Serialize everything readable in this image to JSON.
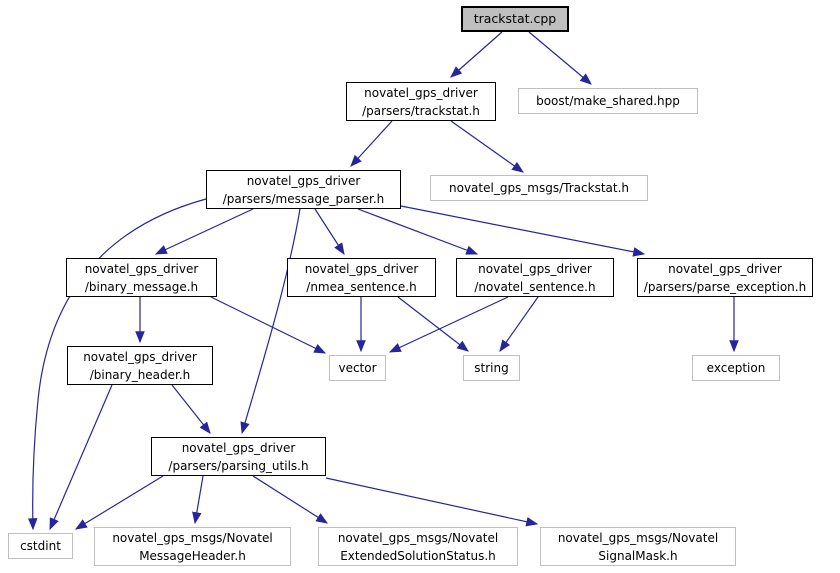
{
  "diagram": {
    "type": "include-dependency-graph",
    "root": "trackstat.cpp"
  },
  "theme": {
    "background": "#ffffff",
    "edge_color": "#26269a",
    "node_border_color": "#000000",
    "external_border_color": "#c0c0c0",
    "current_node_fill": "#bfbfbf",
    "node_fill": "#ffffff",
    "text_color": "#000000"
  },
  "nodes": {
    "trackstat_cpp": {
      "label": "trackstat.cpp",
      "type": "current"
    },
    "parsers_trackstat_h": {
      "label": "novatel_gps_driver\n/parsers/trackstat.h",
      "type": "internal"
    },
    "boost_make_shared": {
      "label": "boost/make_shared.hpp",
      "type": "external"
    },
    "message_parser": {
      "label": "novatel_gps_driver\n/parsers/message_parser.h",
      "type": "internal"
    },
    "msgs_trackstat": {
      "label": "novatel_gps_msgs/Trackstat.h",
      "type": "external"
    },
    "binary_message": {
      "label": "novatel_gps_driver\n/binary_message.h",
      "type": "internal"
    },
    "nmea_sentence": {
      "label": "novatel_gps_driver\n/nmea_sentence.h",
      "type": "internal"
    },
    "novatel_sentence": {
      "label": "novatel_gps_driver\n/novatel_sentence.h",
      "type": "internal"
    },
    "parse_exception": {
      "label": "novatel_gps_driver\n/parsers/parse_exception.h",
      "type": "internal"
    },
    "binary_header": {
      "label": "novatel_gps_driver\n/binary_header.h",
      "type": "internal"
    },
    "vector": {
      "label": "vector",
      "type": "external"
    },
    "string": {
      "label": "string",
      "type": "external"
    },
    "exception": {
      "label": "exception",
      "type": "external"
    },
    "parsing_utils": {
      "label": "novatel_gps_driver\n/parsers/parsing_utils.h",
      "type": "internal"
    },
    "cstdint": {
      "label": "cstdint",
      "type": "external"
    },
    "novatel_message_header": {
      "label": "novatel_gps_msgs/Novatel\nMessageHeader.h",
      "type": "external"
    },
    "novatel_extended_solution_status": {
      "label": "novatel_gps_msgs/Novatel\nExtendedSolutionStatus.h",
      "type": "external"
    },
    "novatel_signal_mask": {
      "label": "novatel_gps_msgs/Novatel\nSignalMask.h",
      "type": "external"
    }
  },
  "edges": [
    {
      "from": "trackstat_cpp",
      "to": "parsers_trackstat_h"
    },
    {
      "from": "trackstat_cpp",
      "to": "boost_make_shared"
    },
    {
      "from": "parsers_trackstat_h",
      "to": "message_parser"
    },
    {
      "from": "parsers_trackstat_h",
      "to": "msgs_trackstat"
    },
    {
      "from": "message_parser",
      "to": "binary_message"
    },
    {
      "from": "message_parser",
      "to": "nmea_sentence"
    },
    {
      "from": "message_parser",
      "to": "novatel_sentence"
    },
    {
      "from": "message_parser",
      "to": "parse_exception"
    },
    {
      "from": "message_parser",
      "to": "parsing_utils"
    },
    {
      "from": "message_parser",
      "to": "cstdint"
    },
    {
      "from": "binary_message",
      "to": "binary_header"
    },
    {
      "from": "binary_message",
      "to": "vector"
    },
    {
      "from": "nmea_sentence",
      "to": "vector"
    },
    {
      "from": "nmea_sentence",
      "to": "string"
    },
    {
      "from": "novatel_sentence",
      "to": "vector"
    },
    {
      "from": "novatel_sentence",
      "to": "string"
    },
    {
      "from": "parse_exception",
      "to": "exception"
    },
    {
      "from": "binary_header",
      "to": "parsing_utils"
    },
    {
      "from": "binary_header",
      "to": "cstdint"
    },
    {
      "from": "parsing_utils",
      "to": "cstdint"
    },
    {
      "from": "parsing_utils",
      "to": "novatel_message_header"
    },
    {
      "from": "parsing_utils",
      "to": "novatel_extended_solution_status"
    },
    {
      "from": "parsing_utils",
      "to": "novatel_signal_mask"
    }
  ]
}
